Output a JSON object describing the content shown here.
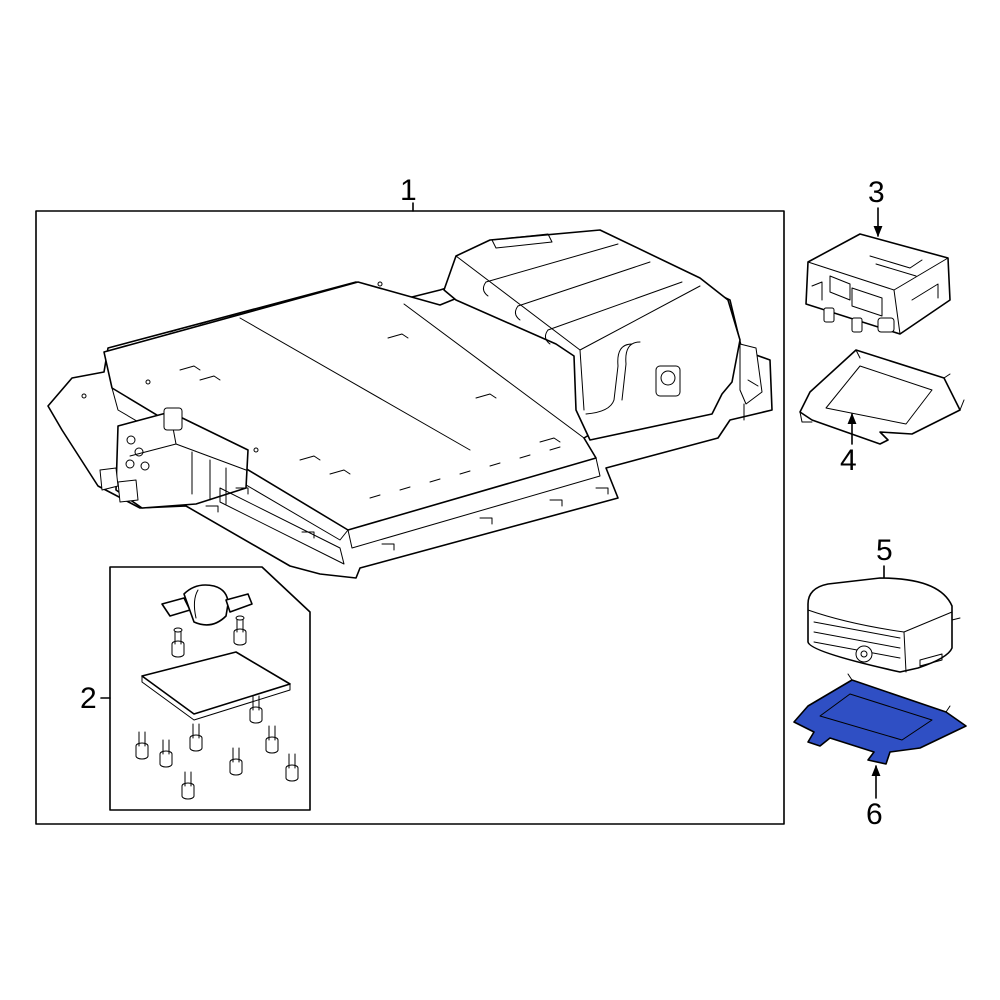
{
  "diagram": {
    "accent_color": "#2f4fc4",
    "highlighted_part": "6",
    "callouts": [
      {
        "id": "1",
        "label": "1"
      },
      {
        "id": "2",
        "label": "2"
      },
      {
        "id": "3",
        "label": "3"
      },
      {
        "id": "4",
        "label": "4"
      },
      {
        "id": "5",
        "label": "5"
      },
      {
        "id": "6",
        "label": "6"
      }
    ]
  }
}
